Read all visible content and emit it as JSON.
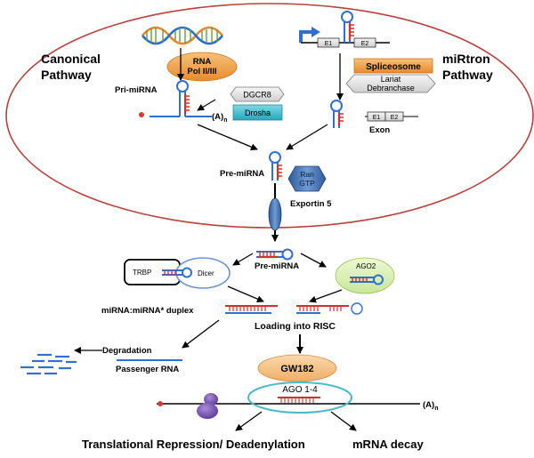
{
  "labels": {
    "canonical_line1": "Canonical",
    "canonical_line2": "Pathway",
    "mirtron_line1": "miRtron",
    "mirtron_line2": "Pathway",
    "rna_pol_line1": "RNA",
    "rna_pol_line2": "Pol II/III",
    "pri_mirna": "Pri-miRNA",
    "dgcr8": "DGCR8",
    "drosha": "Drosha",
    "polya_a": "(A)",
    "polya_n": "n",
    "e1": "E1",
    "e2": "E2",
    "spliceosome": "Spliceosome",
    "lariat_line1": "Lariat",
    "lariat_line2": "Debranchase",
    "exon": "Exon",
    "pre_mirna_nucleus": "Pre-miRNA",
    "ran_line1": "Ran",
    "ran_line2": "GTP",
    "exportin5": "Exportin 5",
    "pre_mirna_cyto": "Pre-miRNA",
    "trbp": "TRBP",
    "dicer": "Dicer",
    "ago2": "AGO2",
    "duplex": "miRNA:miRNA* duplex",
    "loading": "Loading into RISC",
    "degradation": "Degradation",
    "passenger": "Passenger RNA",
    "gw182": "GW182",
    "ago14": "AGO 1-4",
    "polya_a2": "(A)",
    "polya_n2": "n",
    "translational": "Translational Repression/ Deadenylation",
    "mrna_decay": "mRNA decay"
  },
  "colors": {
    "nucleus_border": "#b9413c",
    "hairpin_blue": "#2f6fd1",
    "hairpin_red": "#d2302c",
    "orange": "#f0a04a",
    "teal": "#3fb7c8",
    "gray_box": "#e4e4e4",
    "exportin": "#3f6aa8",
    "ago2_fill": "#dcf0b0",
    "gw182_fill": "#f5c28a"
  }
}
